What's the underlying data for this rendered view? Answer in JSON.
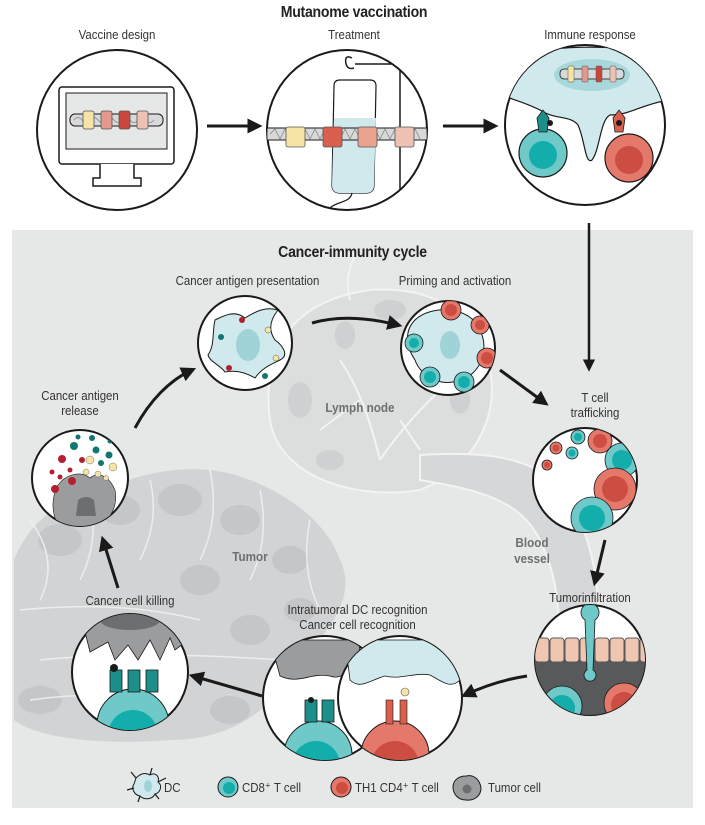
{
  "header": {
    "title": "Mutanome vaccination",
    "steps": [
      {
        "label": "Vaccine design",
        "icon": "computer-monitor-icon"
      },
      {
        "label": "Treatment",
        "icon": "iv-bag-icon"
      },
      {
        "label": "Immune response",
        "icon": "dc-tcell-interaction-icon"
      }
    ]
  },
  "cycle": {
    "title": "Cancer-immunity cycle",
    "steps": [
      {
        "label": "Cancer antigen presentation"
      },
      {
        "label": "Priming and activation"
      },
      {
        "label_lines": [
          "T cell",
          "trafficking"
        ]
      },
      {
        "label": "Tumorinfiltration"
      },
      {
        "label_lines": [
          "Intratumoral DC recognition",
          "Cancer cell recognition"
        ]
      },
      {
        "label": "Cancer cell killing"
      },
      {
        "label_lines": [
          "Cancer antigen",
          "release"
        ]
      }
    ],
    "regions": {
      "lymph_node": "Lymph node",
      "blood_vessel": [
        "Blood",
        "vessel"
      ],
      "tumor": "Tumor"
    }
  },
  "legend": [
    {
      "label": "DC",
      "icon": "dendritic-cell-icon"
    },
    {
      "label": "CD8⁺ T cell",
      "icon": "cd8-t-cell-icon"
    },
    {
      "label": "TH1 CD4⁺ T cell",
      "icon": "th1-cd4-t-cell-icon"
    },
    {
      "label": "Tumor cell",
      "icon": "tumor-cell-icon"
    }
  ],
  "colors": {
    "panel_bg": "#e6e7e7",
    "dc": "#cfe9ec",
    "dc_nucleus": "#9fd3d8",
    "cd8_outer": "#6ec9c8",
    "cd8_inner": "#13aeab",
    "cd8_receptor": "#1c8f8b",
    "cd4_outer": "#e4786a",
    "cd4_inner": "#cc4d41",
    "tumor_cell": "#9b9c9e",
    "tumor_dark": "#6d6e70",
    "antigen_yellow": "#f6e4a6",
    "antigen_pink": "#e29a8f",
    "antigen_red": "#c9473d",
    "antigen_peach": "#edc1b3",
    "antigen_crimson": "#b51e2e",
    "antigen_teal": "#0f7770",
    "endothelium": "#efc6b0",
    "tissue_dark": "#58595b",
    "arrow": "#1a1a1a"
  }
}
